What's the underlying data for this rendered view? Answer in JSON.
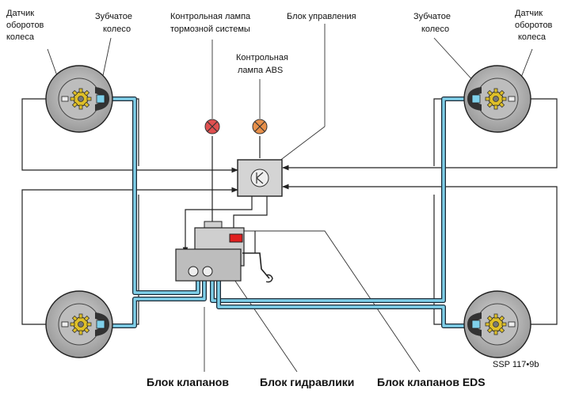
{
  "labels": {
    "wheel_speed_sensor_left": [
      "Датчик",
      "оборотов",
      "колеса"
    ],
    "toothed_wheel_left": [
      "Зубчатое",
      "колесо"
    ],
    "brake_warning_lamp": [
      "Контрольная лампа",
      "тормозной системы"
    ],
    "abs_warning_lamp": [
      "Контрольная",
      "лампа ABS"
    ],
    "control_unit": "Блок управления",
    "toothed_wheel_right": [
      "Зубчатое",
      "колесо"
    ],
    "wheel_speed_sensor_right": [
      "Датчик",
      "оборотов",
      "колеса"
    ],
    "valve_block": "Блок клапанов",
    "hydraulic_unit": "Блок гидравлики",
    "eds_valve_block": "Блок клапанов EDS",
    "figure_code": "SSP 117•9b"
  },
  "colors": {
    "brake_line": "#7fd0ea",
    "brake_lamp": "#e05050",
    "abs_lamp": "#e8904a",
    "eds_valve": "#e02020",
    "unit_fill": "#d4d4d4"
  }
}
